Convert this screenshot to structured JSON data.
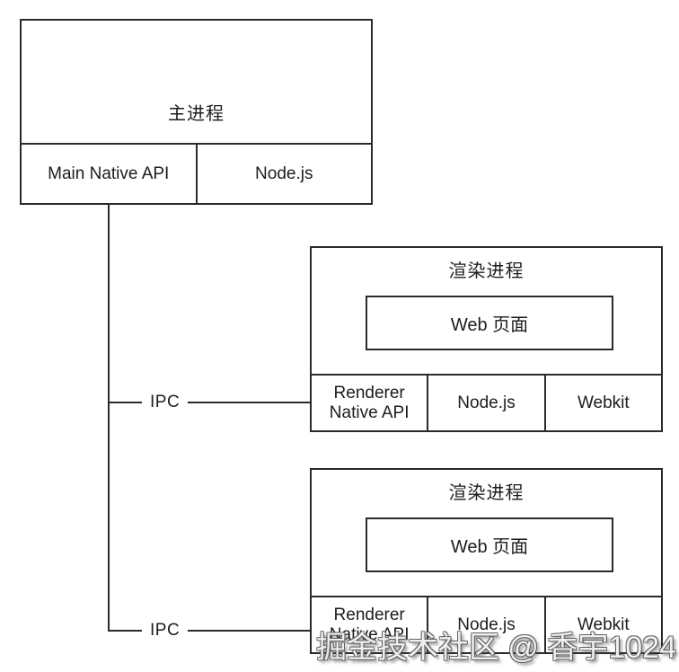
{
  "diagram": {
    "main_process": {
      "title": "主进程",
      "cells": [
        "Main Native API",
        "Node.js"
      ]
    },
    "renderers": [
      {
        "title": "渲染进程",
        "web_page_label": "Web 页面",
        "cells": [
          "Renderer Native API",
          "Node.js",
          "Webkit"
        ]
      },
      {
        "title": "渲染进程",
        "web_page_label": "Web 页面",
        "cells": [
          "Renderer Native API",
          "Node.js",
          "Webkit"
        ]
      }
    ],
    "ipc_labels": [
      "IPC",
      "IPC"
    ],
    "watermark": "掘金技术社区 @ 香宇1024",
    "colors": {
      "line": "#2a2a2a",
      "background": "#ffffff"
    }
  }
}
